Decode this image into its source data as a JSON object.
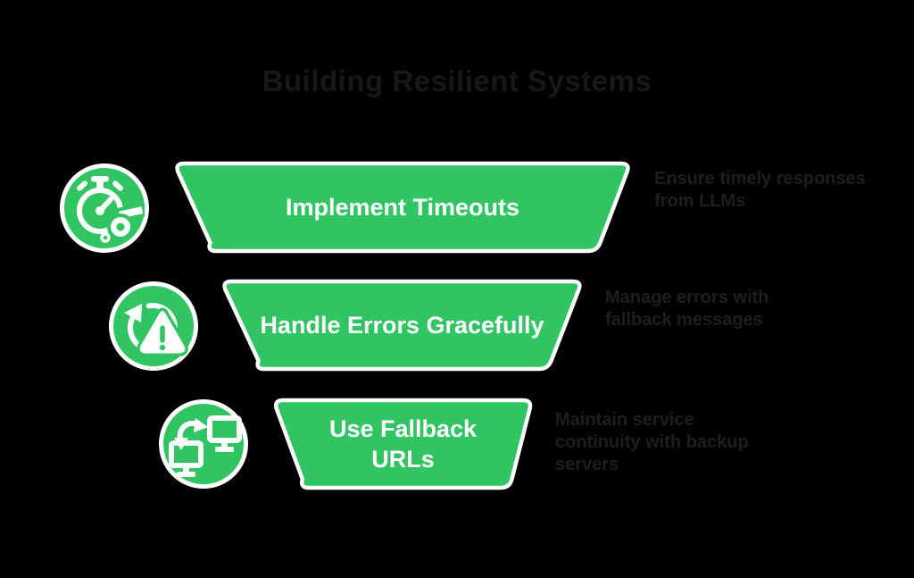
{
  "title": "Building Resilient Systems",
  "colors": {
    "background": "#000000",
    "accent_green": "#31c462",
    "shape_border": "#ffffff",
    "stage_label_text": "#ffffff",
    "muted_text": "#1e1e1e"
  },
  "funnel": {
    "stages": [
      {
        "icon": "stopwatch-whistle-icon",
        "label_lines": [
          "Implement Timeouts"
        ],
        "description_lines": [
          "Ensure timely responses",
          "from LLMs"
        ]
      },
      {
        "icon": "retry-warning-icon",
        "label_lines": [
          "Handle Errors Gracefully"
        ],
        "description_lines": [
          "Manage errors with",
          "fallback messages"
        ]
      },
      {
        "icon": "swap-monitors-icon",
        "label_lines": [
          "Use Fallback",
          "URLs"
        ],
        "description_lines": [
          "Maintain service",
          "continuity with backup",
          "servers"
        ]
      }
    ]
  }
}
